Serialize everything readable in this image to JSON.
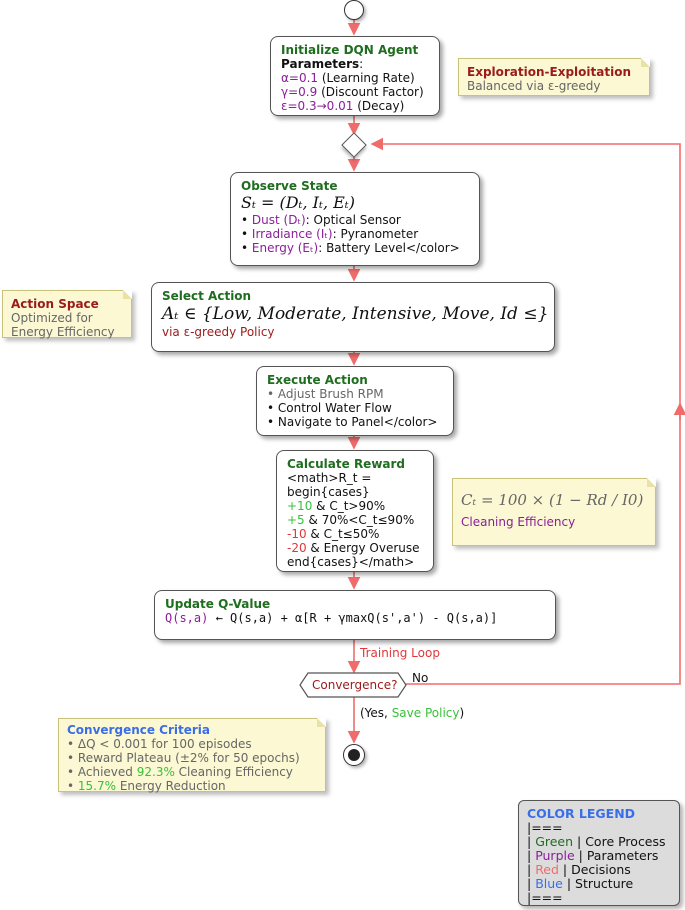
{
  "init": {
    "title": "Initialize DQN Agent",
    "params_label": "Parameters",
    "params_colon": ":",
    "alpha_sym": "α=0.1",
    "alpha_desc": " (Learning Rate)",
    "gamma_sym": "γ=0.9",
    "gamma_desc": " (Discount Factor)",
    "eps_sym": "ε=0.3→0.01",
    "eps_desc": " (Decay)"
  },
  "note_explore": {
    "title": "Exploration-Exploitation",
    "text": "Balanced via ε-greedy"
  },
  "observe": {
    "title": "Observe State",
    "formula": "Sₜ = (Dₜ, Iₜ, Eₜ)",
    "items": [
      {
        "bullet": "• ",
        "label": "Dust (Dₜ)",
        "desc": ": Optical Sensor"
      },
      {
        "bullet": "• ",
        "label": "Irradiance (Iₜ)",
        "desc": ": Pyranometer"
      },
      {
        "bullet": "• ",
        "label": "Energy (Eₜ)",
        "desc": ": Battery Level</color>"
      }
    ]
  },
  "note_action_space": {
    "title": "Action Space",
    "line1": "Optimized for",
    "line2": "Energy Efficiency"
  },
  "select": {
    "title": "Select Action",
    "formula": "Aₜ ∈ {Low, Moderate, Intensive, Move, Id ≤}",
    "sub": "via ε-greedy Policy"
  },
  "execute": {
    "title": "Execute Action",
    "items": [
      "• Adjust Brush RPM",
      "• Control Water Flow",
      "• Navigate to Panel</color>"
    ]
  },
  "reward": {
    "title": "Calculate Reward",
    "line1": "<math>R_t =",
    "line2": "begin{cases}",
    "rows": [
      {
        "val": "+10",
        "cond": " & C_t>90%"
      },
      {
        "val": "+5",
        "cond": " & 70%<C_t≤90%"
      },
      {
        "val": "-10",
        "cond": " & C_t≤50%"
      },
      {
        "val": "-20",
        "cond": " & Energy Overuse"
      }
    ],
    "line_end": "end{cases}</math>"
  },
  "note_efficiency": {
    "formula": "Cₜ = 100 × (1 − Rd / I0)",
    "label": "Cleaning Efficiency"
  },
  "update": {
    "title": "Update Q-Value",
    "q_lhs": "Q(s,a)",
    "q_rhs": " ← Q(s,a) + α[R + γmaxQ(s',a') - Q(s,a)]"
  },
  "loop_label": "Training Loop",
  "convergence": {
    "label": "Convergence?",
    "no": "No",
    "yes_prefix": "(Yes, ",
    "yes_action": "Save Policy",
    "yes_suffix": ")"
  },
  "criteria": {
    "title": "Convergence Criteria",
    "l1": "• ΔQ < 0.001 for 100 episodes",
    "l2": "• Reward Plateau (±2% for 50 epochs)",
    "l3_pre": "• Achieved ",
    "l3_val": "92.3%",
    "l3_post": " Cleaning Efficiency",
    "l4_pre": "• ",
    "l4_val": "15.7%",
    "l4_post": " Energy Reduction"
  },
  "legend": {
    "title": "COLOR LEGEND",
    "sep": "|===",
    "items": [
      {
        "pre": "| ",
        "word": "Green",
        "rest": " | Core Process"
      },
      {
        "pre": "| ",
        "word": "Purple",
        "rest": " | Parameters"
      },
      {
        "pre": "| ",
        "word": "Red",
        "rest": " | Decisions"
      },
      {
        "pre": "| ",
        "word": "Blue",
        "rest": " | Structure"
      }
    ]
  },
  "colors": {
    "arrow": "#f06c6c",
    "core": "#1f6d1f",
    "param": "#8b1e9a",
    "decision": "#e0383a",
    "structure": "#3a6ee8",
    "note_bg": "#fbf8d3"
  }
}
